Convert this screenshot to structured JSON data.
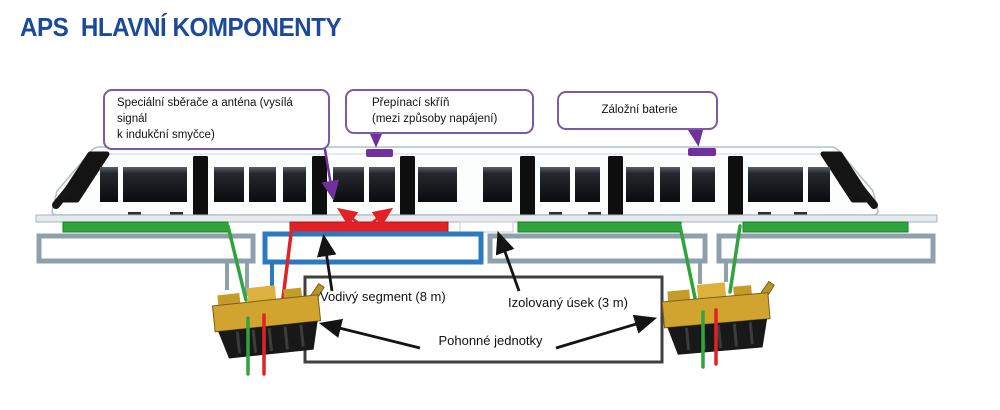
{
  "title": "APS  HLAVNÍ KOMPONENTY",
  "callouts": [
    {
      "name": "special-collectors-antenna",
      "lines": [
        "Speciální sběrače a anténa (vysílá signál",
        "k indukční smyčce)"
      ]
    },
    {
      "name": "switching-box",
      "lines": [
        "Přepínací skříň",
        "(mezi způsoby napájení)"
      ]
    },
    {
      "name": "backup-battery",
      "lines": [
        "Záložní baterie"
      ]
    }
  ],
  "labels": {
    "conductive_segment": "Vodivý segment (8 m)",
    "isolated_section": "Izolovaný úsek (3 m)",
    "power_units": "Pohonné jednotky"
  },
  "colors": {
    "titleblue": "#1b4a9b",
    "purpleborder": "#7c5ba6",
    "purple": "#7030a0",
    "green": "#2fa43c",
    "red": "#e02226",
    "blue": "#2b7ac0",
    "grayframe": "#8ea0ab",
    "yellow": "#d0a42e",
    "framedark": "#3f3f3f"
  }
}
